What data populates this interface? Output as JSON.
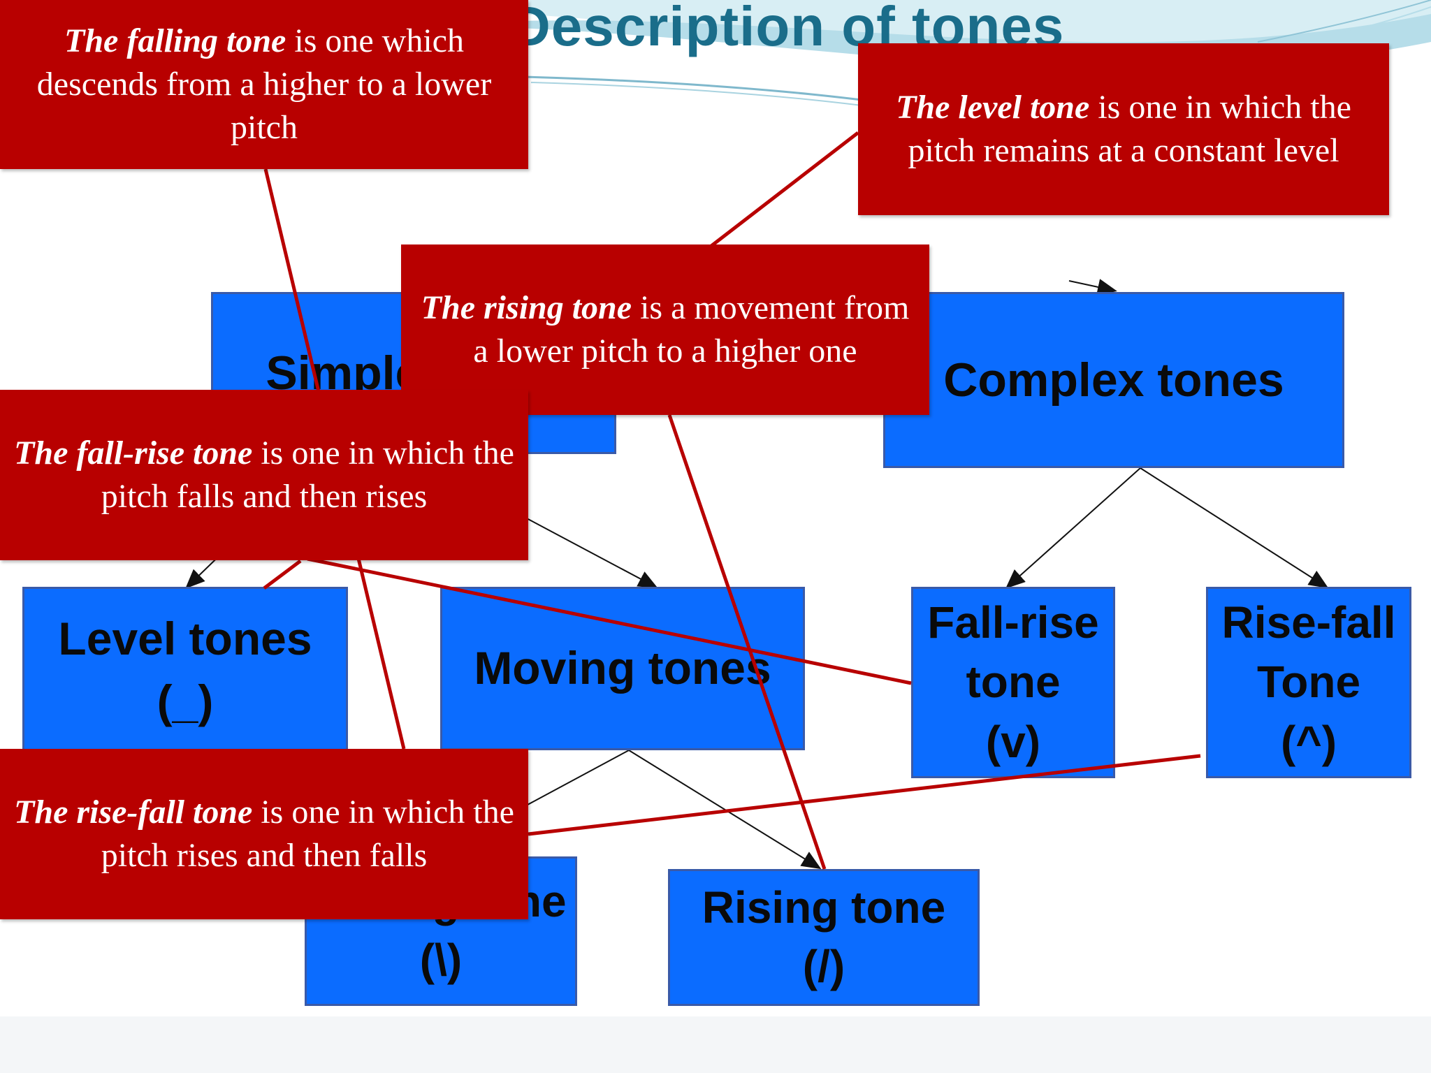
{
  "slide": {
    "title": "Description of tones",
    "accent_color": "#1a6d8a",
    "box_color": "#0b6cff",
    "callout_color": "#b80000"
  },
  "tree": {
    "simple": "Simple tones",
    "complex": "Complex tones",
    "level": {
      "name": "Level tones",
      "symbol": "(_)"
    },
    "moving": "Moving tones",
    "fall_rise": {
      "line1": "Fall-rise",
      "line2": "tone",
      "symbol": "(v)"
    },
    "rise_fall": {
      "line1": "Rise-fall",
      "line2": "Tone",
      "symbol": "(^)"
    },
    "falling": {
      "name": "Falling tone",
      "symbol": "(\\)"
    },
    "rising": {
      "name": "Rising tone",
      "symbol": "(/)"
    }
  },
  "callouts": {
    "falling": {
      "term": "The falling tone",
      "rest": " is one which descends from a higher to a lower pitch"
    },
    "level": {
      "term": "The level tone",
      "rest": " is one in which the pitch remains at a constant level"
    },
    "rising": {
      "term": "The rising tone",
      "rest": " is a movement from a lower pitch to a higher one"
    },
    "fall_rise": {
      "term": "The fall-rise tone",
      "rest": " is one in which the pitch falls and then rises"
    },
    "rise_fall": {
      "term": "The rise-fall tone",
      "rest": " is one in which the pitch rises and then falls"
    }
  }
}
